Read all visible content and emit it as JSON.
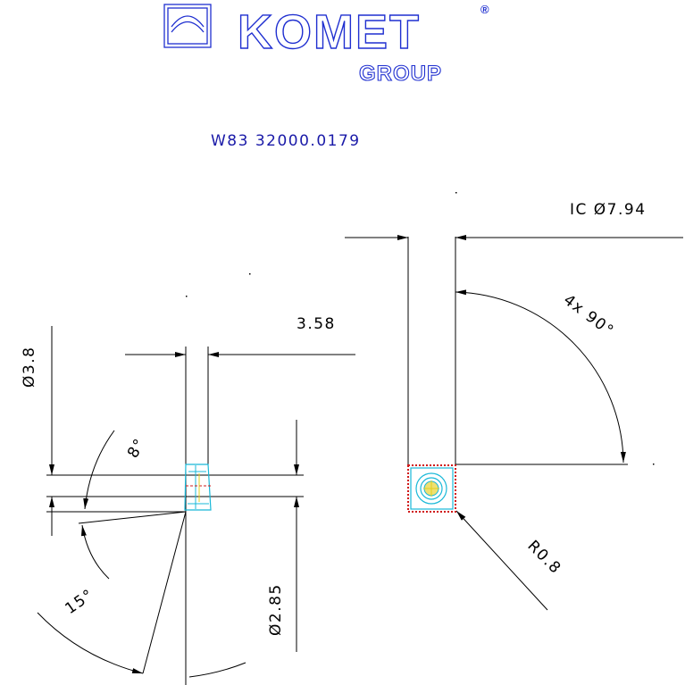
{
  "logo": {
    "brand": "KOMET",
    "registered": "®",
    "group": "GROUP"
  },
  "part_number": "W83 32000.0179",
  "dimensions": {
    "ic_diameter": "IC Ø7.94",
    "corner_angle": "4x 90°",
    "corner_radius": "R0.8",
    "thickness": "3.58",
    "hole_top": "Ø3.8",
    "hole_bottom": "Ø2.85",
    "relief_angle": "8°",
    "countersink_angle": "15°"
  },
  "colors": {
    "ink": "#000000",
    "logo": "#1f2fd0",
    "dim_text": "#1a1aa8",
    "insert_edge": "#d01818",
    "insert_hole": "#18b8d8",
    "center_mark": "#e0d020"
  }
}
